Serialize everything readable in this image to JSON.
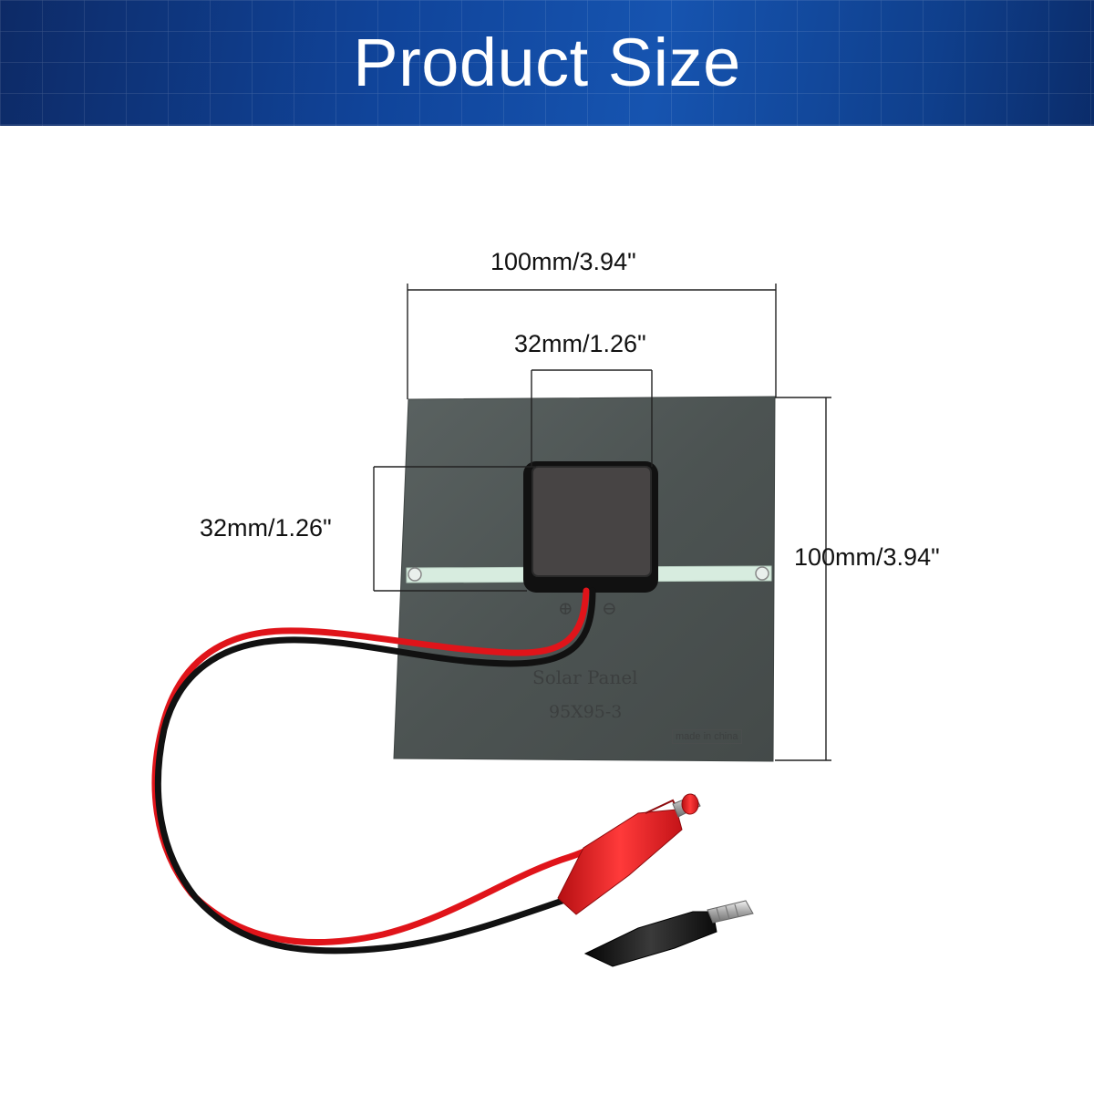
{
  "header": {
    "title": "Product Size"
  },
  "dimensions": {
    "panel_width": "100mm/3.94\"",
    "panel_height": "100mm/3.94\"",
    "junction_width": "32mm/1.26\"",
    "junction_height": "32mm/1.26\""
  },
  "panel": {
    "label": "Solar Panel",
    "model": "95X95-3",
    "origin_badge": "made in china",
    "polarity_positive": "⊕",
    "polarity_negative": "⊖"
  },
  "colors": {
    "banner": "#1654b0",
    "panel": "#4e5554",
    "wire_red": "#e0141a",
    "wire_black": "#111111"
  }
}
